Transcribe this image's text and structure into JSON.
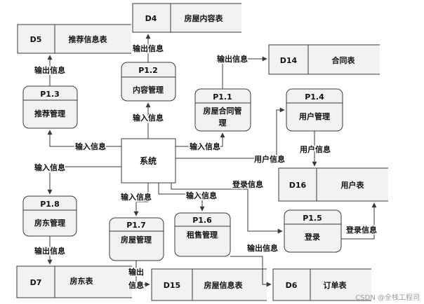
{
  "system": {
    "label": "系统"
  },
  "processes": {
    "p12": {
      "id": "P1.2",
      "name": "内容管理"
    },
    "p11": {
      "id": "P1.1",
      "name_line1": "房屋合同管",
      "name_line2": "理"
    },
    "p13": {
      "id": "P1.3",
      "name": "推荐管理"
    },
    "p14": {
      "id": "P1.4",
      "name": "用户管理"
    },
    "p18": {
      "id": "P1.8",
      "name": "房东管理"
    },
    "p17": {
      "id": "P1.7",
      "name": "房屋管理"
    },
    "p16": {
      "id": "P1.6",
      "name": "租售管理"
    },
    "p15": {
      "id": "P1.5",
      "name": "登录"
    }
  },
  "stores": {
    "d4": {
      "id": "D4",
      "name": "房屋内容表"
    },
    "d5": {
      "id": "D5",
      "name": "推荐信息表"
    },
    "d14": {
      "id": "D14",
      "name": "合同表"
    },
    "d16": {
      "id": "D16",
      "name": "用户表"
    },
    "d7": {
      "id": "D7",
      "name": "房东表"
    },
    "d15": {
      "id": "D15",
      "name": "房屋信息表"
    },
    "d6": {
      "id": "D6",
      "name": "订单表"
    }
  },
  "flows": {
    "p12_to_d4": "输出信息",
    "p13_to_d5": "输出信息",
    "p11_to_d14": "输出信息",
    "sys_to_p12": "输入信息",
    "sys_to_p13": "输入信息",
    "sys_to_p11": "输入信息",
    "sys_to_p14": "用户信息",
    "p14_to_d16": "用户信息",
    "sys_to_p18": "输入信息",
    "sys_to_p17": "输入信息",
    "sys_to_p16": "输入信息",
    "sys_to_p15": "登录信息",
    "p15_to_d16": "登录信息",
    "p18_to_d7": "输出信息",
    "p17_to_d15_line1": "输出",
    "p17_to_d15_line2": "信息",
    "p16_to_d6": "输出信息"
  },
  "watermark": "CSDN @全栈工程司"
}
